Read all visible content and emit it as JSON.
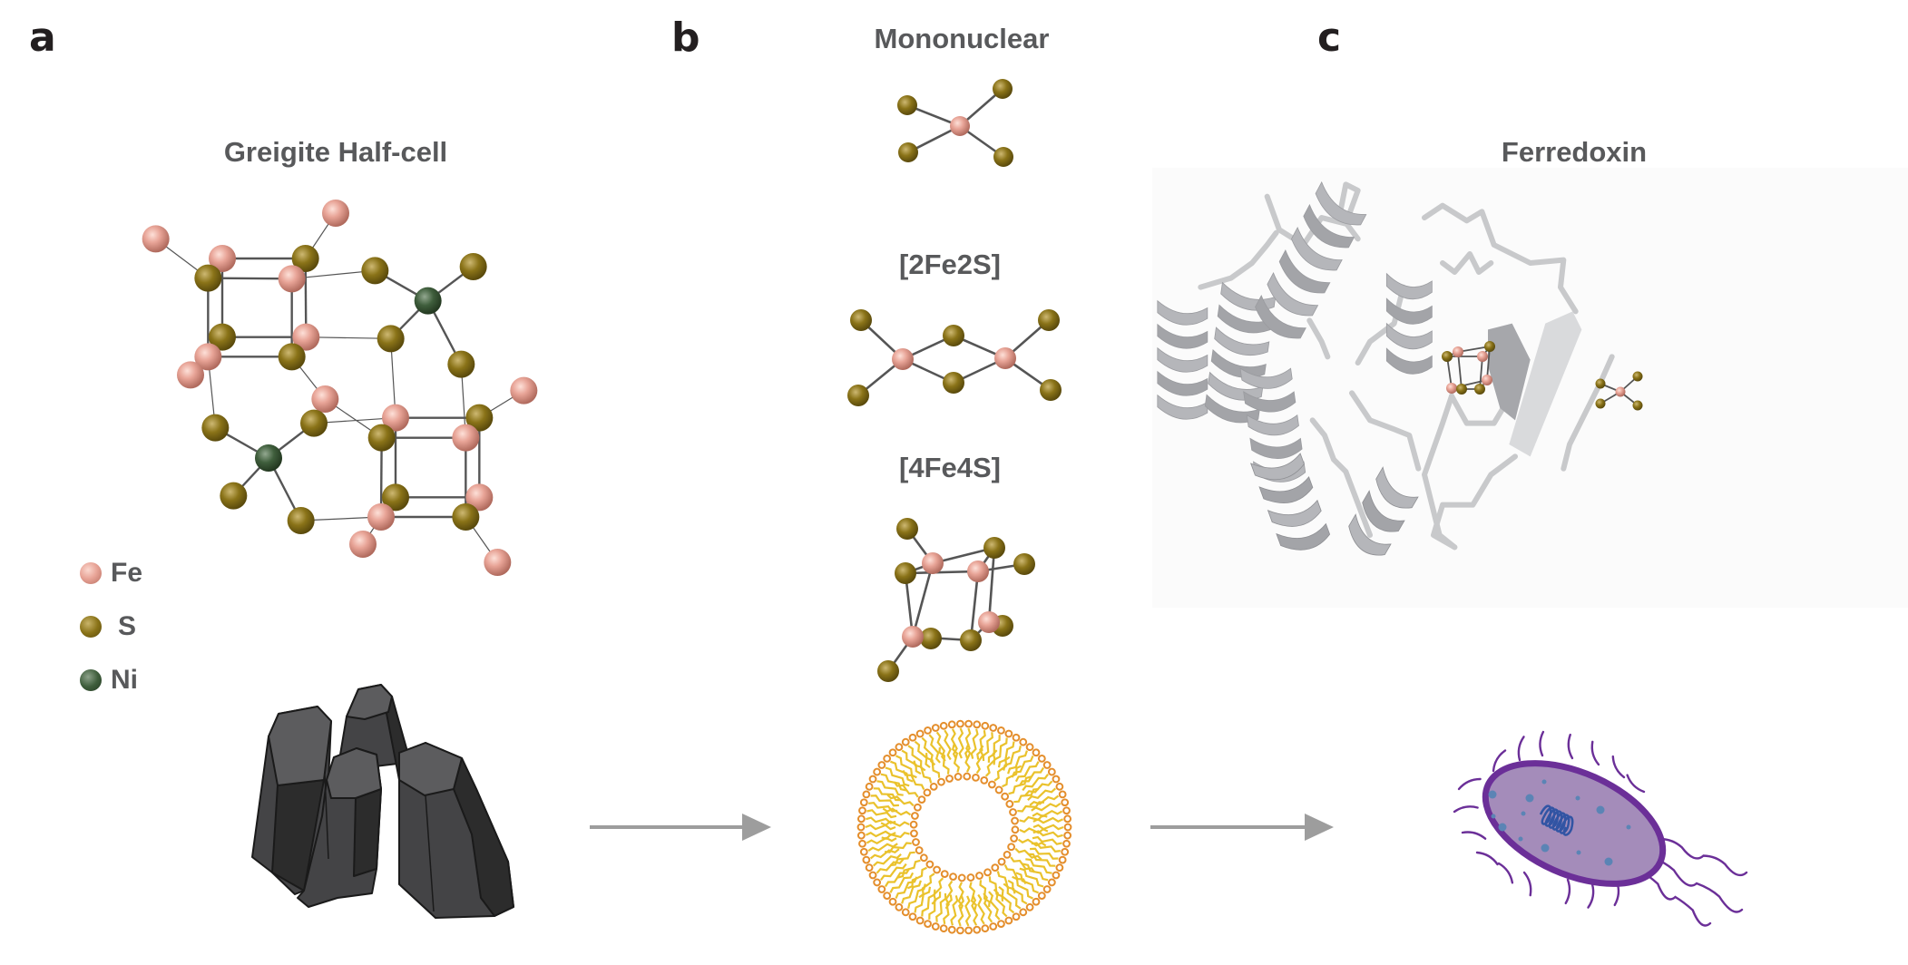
{
  "figure": {
    "panels": [
      {
        "letter": "a",
        "title": "Greigite Half-cell"
      },
      {
        "letter": "b",
        "title": "Mononuclear"
      },
      {
        "letter": "c",
        "title": "Ferredoxin"
      }
    ],
    "cluster_labels": {
      "mononuclear": "Mononuclear",
      "fe2s2": "[2Fe2S]",
      "fe4s4": "[4Fe4S]"
    },
    "legend": [
      {
        "symbol": "Fe",
        "color": "#e8a497"
      },
      {
        "symbol": "S",
        "color": "#8a7318"
      },
      {
        "symbol": "Ni",
        "color": "#3f5e3c"
      }
    ],
    "illustrations": {
      "mineral": "greigite-rock-icon",
      "vesicle": "lipid-vesicle-icon",
      "cell": "bacterium-icon",
      "protein": "ferredoxin-ribbon"
    },
    "colors": {
      "fe": "#e8a497",
      "s": "#8a7318",
      "ni": "#3f5e3c",
      "bond": "#555555",
      "arrow": "#9d9d9d",
      "rock_face": "#4a4a4b",
      "rock_dark": "#2c2c2c",
      "rock_top": "#5c5c5e",
      "lipid_head": "#e48e2c",
      "lipid_tail": "#eac22c",
      "cell_fill": "#a48cba",
      "cell_wall": "#6b2f98",
      "dna": "#4a78c4",
      "granule": "#5b84b5",
      "ribbon": "#a8a9ad",
      "ribbon_light": "#cfd0d2"
    }
  }
}
